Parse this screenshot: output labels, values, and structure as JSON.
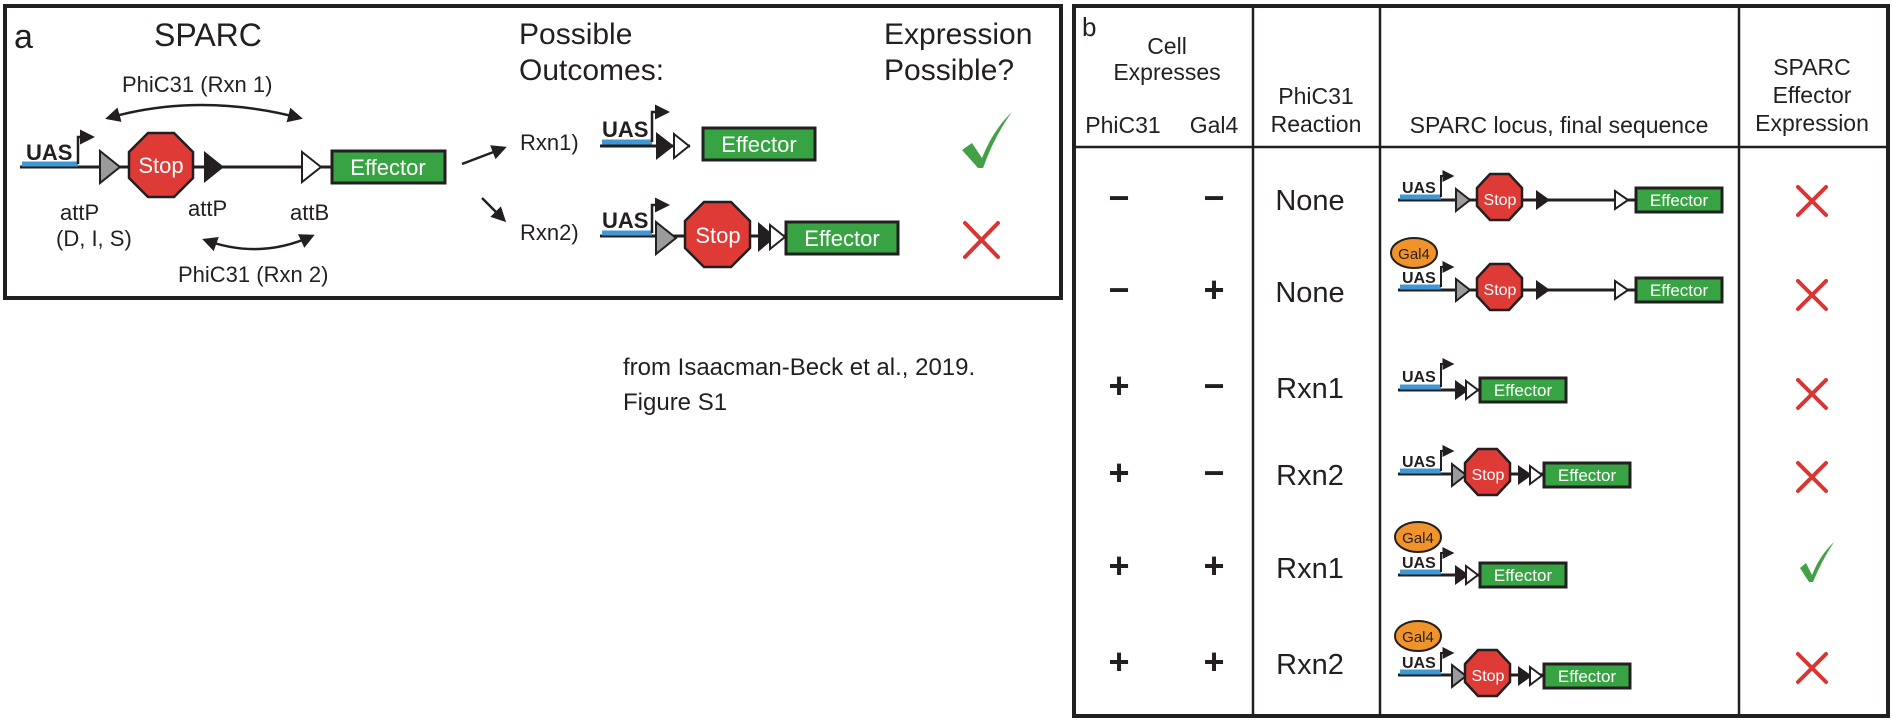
{
  "panel_a": {
    "letter": "a",
    "title": "SPARC",
    "rxn1_label": "PhiC31 (Rxn 1)",
    "rxn2_label": "PhiC31 (Rxn 2)",
    "attp1_label": "attP",
    "attp1_sub": "(D, I, S)",
    "attp2_label": "attP",
    "attb_label": "attB",
    "uas": "UAS",
    "stop": "Stop",
    "effector": "Effector",
    "outcomes_header": [
      "Possible",
      "Outcomes:"
    ],
    "expression_header": [
      "Expression",
      "Possible?"
    ],
    "outcomes": [
      {
        "label": "Rxn1)",
        "expression": "yes"
      },
      {
        "label": "Rxn2)",
        "expression": "no"
      }
    ]
  },
  "panel_b": {
    "letter": "b",
    "header_cell_expresses": [
      "Cell",
      "Expresses"
    ],
    "header_phic31": "PhiC31",
    "header_gal4": "Gal4",
    "header_reaction": [
      "PhiC31",
      "Reaction"
    ],
    "header_locus": "SPARC locus, final sequence",
    "header_expression": [
      "SPARC",
      "Effector",
      "Expression"
    ],
    "gal4_label": "Gal4",
    "uas": "UAS",
    "stop": "Stop",
    "effector": "Effector",
    "rows": [
      {
        "phic31": "−",
        "gal4": "−",
        "reaction": "None",
        "expression": "no"
      },
      {
        "phic31": "−",
        "gal4": "+",
        "reaction": "None",
        "expression": "no"
      },
      {
        "phic31": "+",
        "gal4": "−",
        "reaction": "Rxn1",
        "expression": "no"
      },
      {
        "phic31": "+",
        "gal4": "−",
        "reaction": "Rxn2",
        "expression": "no"
      },
      {
        "phic31": "+",
        "gal4": "+",
        "reaction": "Rxn1",
        "expression": "yes"
      },
      {
        "phic31": "+",
        "gal4": "+",
        "reaction": "Rxn2",
        "expression": "no"
      }
    ]
  },
  "citation": [
    "from Isaacman-Beck et al., 2019.",
    "Figure S1"
  ]
}
